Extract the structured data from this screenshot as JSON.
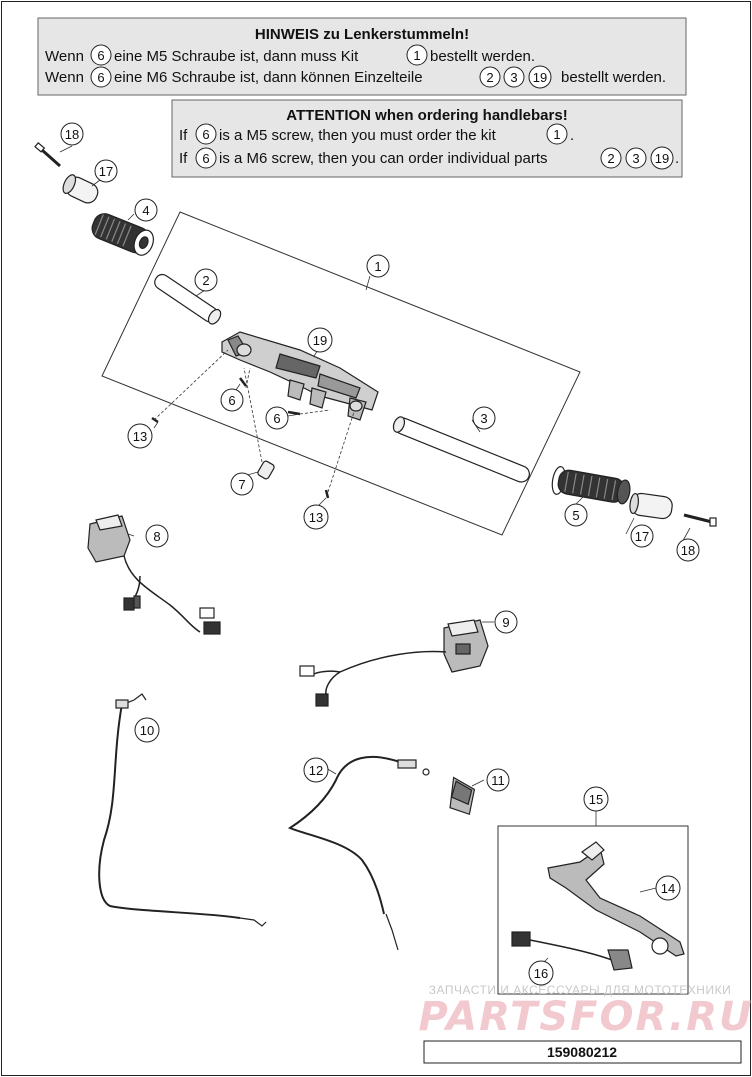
{
  "notes": {
    "de": {
      "title": "HINWEIS zu Lenkerstummeln!",
      "line1": {
        "pre": "Wenn",
        "ref": "6",
        "mid": "eine M5 Schraube ist, dann muss Kit",
        "kit": "1",
        "post": "bestellt werden."
      },
      "line2": {
        "pre": "Wenn",
        "ref": "6",
        "mid": "eine M6 Schraube ist, dann können Einzelteile",
        "parts": [
          "2",
          "3",
          "19"
        ],
        "post": "bestellt werden."
      }
    },
    "en": {
      "title": "ATTENTION when ordering handlebars!",
      "line1": {
        "pre": "If",
        "ref": "6",
        "mid": "is a M5 screw, then you must order the kit",
        "kit": "1",
        "post": "."
      },
      "line2": {
        "pre": "If",
        "ref": "6",
        "mid": "is a M6 screw, then you can order individual parts",
        "parts": [
          "2",
          "3",
          "19"
        ],
        "post": "."
      }
    }
  },
  "callouts": {
    "c1": "1",
    "c2": "2",
    "c3": "3",
    "c4": "4",
    "c5": "5",
    "c6a": "6",
    "c6b": "6",
    "c7": "7",
    "c8": "8",
    "c9": "9",
    "c10": "10",
    "c11": "11",
    "c12": "12",
    "c13a": "13",
    "c13b": "13",
    "c14": "14",
    "c15": "15",
    "c16": "16",
    "c17a": "17",
    "c17b": "17",
    "c18a": "18",
    "c18b": "18",
    "c19": "19"
  },
  "watermark": {
    "line1": "ЗАПЧАСТИ И АКСЕССУАРЫ ДЛЯ МОТОТЕХНИКИ",
    "line2": "PARTSFOR.RU"
  },
  "document_number": "159080212"
}
